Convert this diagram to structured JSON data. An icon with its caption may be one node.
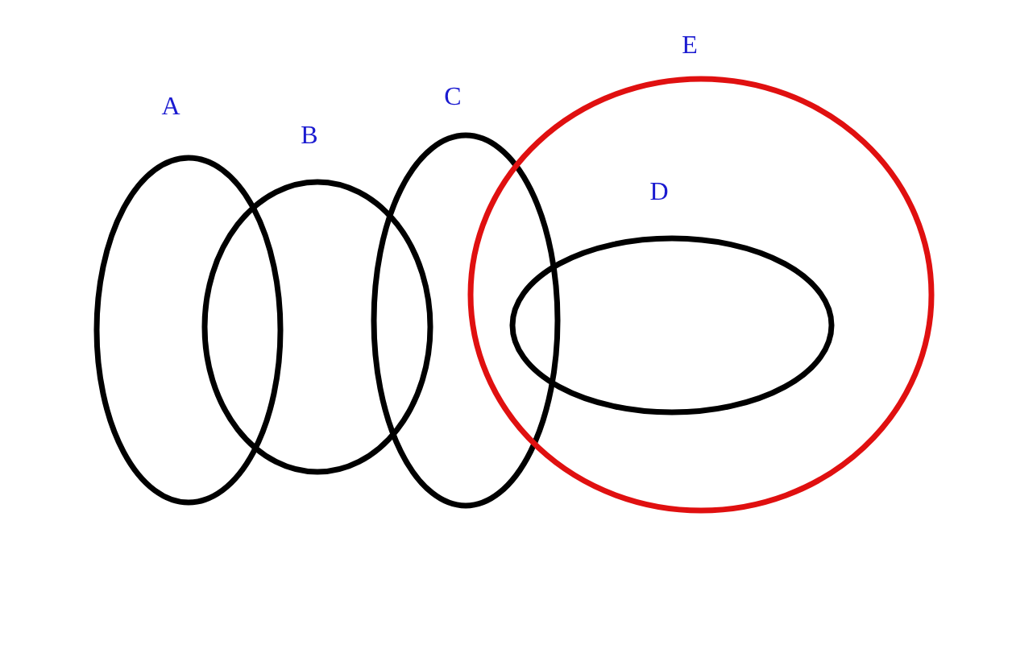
{
  "diagram": {
    "nodes": [
      {
        "text": [
          "A"
        ]
      },
      {
        "text": [
          "B"
        ]
      },
      {
        "text": [
          "C"
        ]
      },
      {
        "text": [
          "E"
        ]
      },
      {
        "text": [
          "D"
        ],
        "in": 3
      }
    ]
  }
}
